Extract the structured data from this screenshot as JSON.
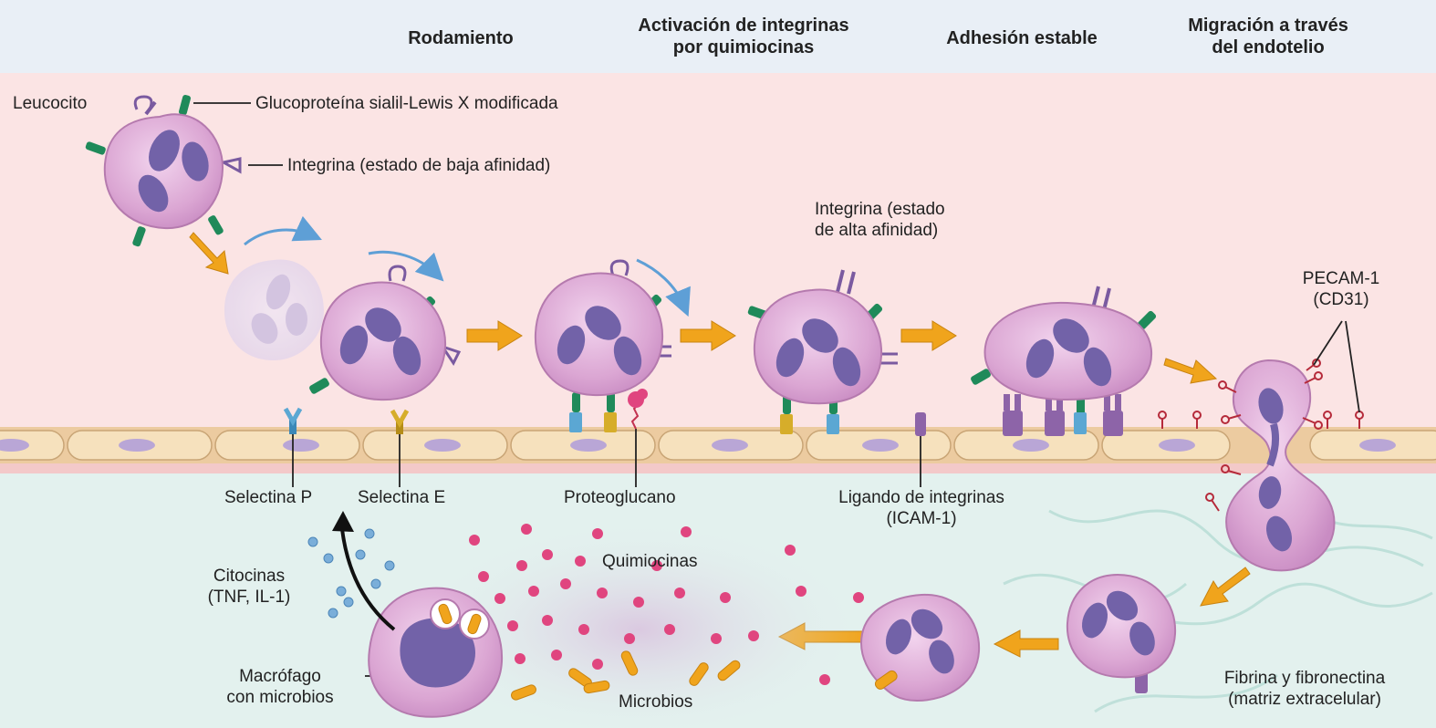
{
  "headers": {
    "rolling": "Rodamiento",
    "activation": [
      "Activación de integrinas",
      "por quimiocinas"
    ],
    "adhesion": "Adhesión estable",
    "migration": [
      "Migración a través",
      "del endotelio"
    ]
  },
  "labels": {
    "leukocyte": "Leucocito",
    "glycoprotein": "Glucoproteína sialil-Lewis X modificada",
    "integrin_low": "Integrina (estado de baja afinidad)",
    "integrin_high": [
      "Integrina (estado",
      "de alta afinidad)"
    ],
    "pecam": [
      "PECAM-1",
      "(CD31)"
    ],
    "selectin_p": "Selectina P",
    "selectin_e": "Selectina E",
    "proteoglycan": "Proteoglucano",
    "integrin_ligand": [
      "Ligando de integrinas",
      "(ICAM-1)"
    ],
    "cytokines": [
      "Citocinas",
      "(TNF, IL-1)"
    ],
    "chemokines": "Quimiocinas",
    "macrophage": [
      "Macrófago",
      "con microbios"
    ],
    "microbes": "Microbios",
    "fibrin": [
      "Fibrina y fibronectina",
      "(matriz extracelular)"
    ]
  },
  "colors": {
    "header_band": "#e9eff6",
    "vessel_lumen": "#fbe4e4",
    "tissue": "#e3f1ee",
    "endothelium": "#f6e1bd",
    "cell_body": "#dba6d3",
    "nucleus": "#7262a8",
    "arrow_orange": "#f0a41c",
    "arrow_blue": "#5e9fd6",
    "chemokine_pink": "#e0457f",
    "cytokine_blue": "#7aaed9",
    "selectin_blue": "#5ba7d3",
    "selectin_yellow": "#d6ad2a",
    "ligand_purple": "#8d64a8",
    "glycoprotein_green": "#1f8a5a"
  }
}
